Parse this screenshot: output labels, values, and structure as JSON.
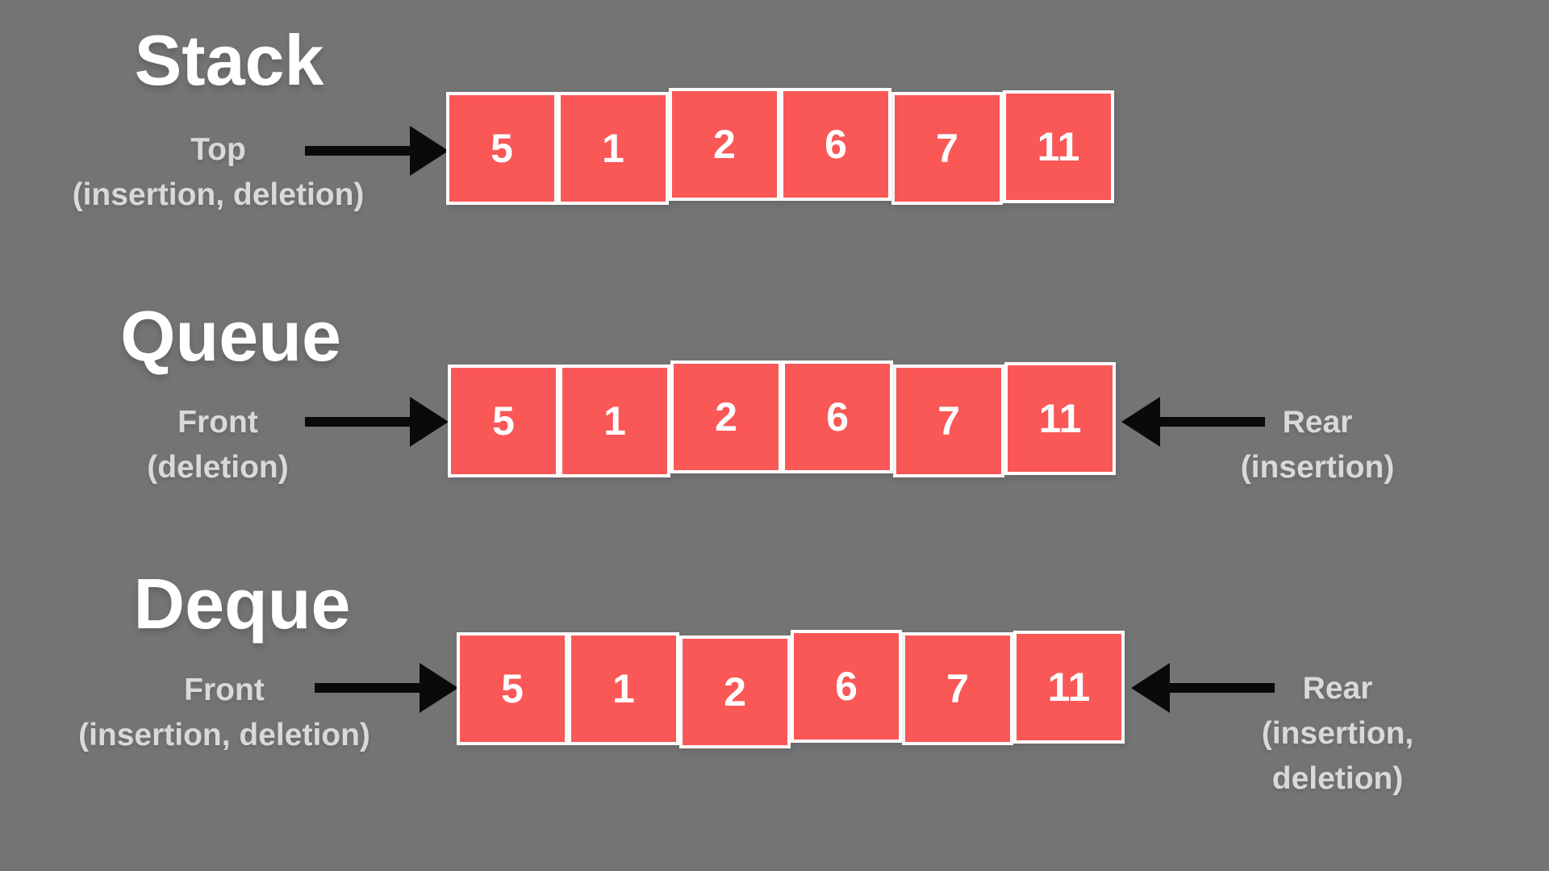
{
  "colors": {
    "background": "#747474",
    "cell_fill": "#fa5757",
    "cell_border": "#ffffff",
    "title_text": "#ffffff",
    "label_text": "#d9d9d9",
    "arrow": "#0a0a0a"
  },
  "sections": [
    {
      "title": "Stack",
      "left_label": {
        "line1": "Top",
        "line2": "(insertion, deletion)"
      },
      "cells": [
        "5",
        "1",
        "2",
        "6",
        "7",
        "11"
      ]
    },
    {
      "title": "Queue",
      "left_label": {
        "line1": "Front",
        "line2": "(deletion)"
      },
      "right_label": {
        "line1": "Rear",
        "line2": "(insertion)"
      },
      "cells": [
        "5",
        "1",
        "2",
        "6",
        "7",
        "11"
      ]
    },
    {
      "title": "Deque",
      "left_label": {
        "line1": "Front",
        "line2": "(insertion, deletion)"
      },
      "right_label": {
        "line1": "Rear",
        "line2": "(insertion,",
        "line3": "deletion)"
      },
      "cells": [
        "5",
        "1",
        "2",
        "6",
        "7",
        "11"
      ]
    }
  ]
}
